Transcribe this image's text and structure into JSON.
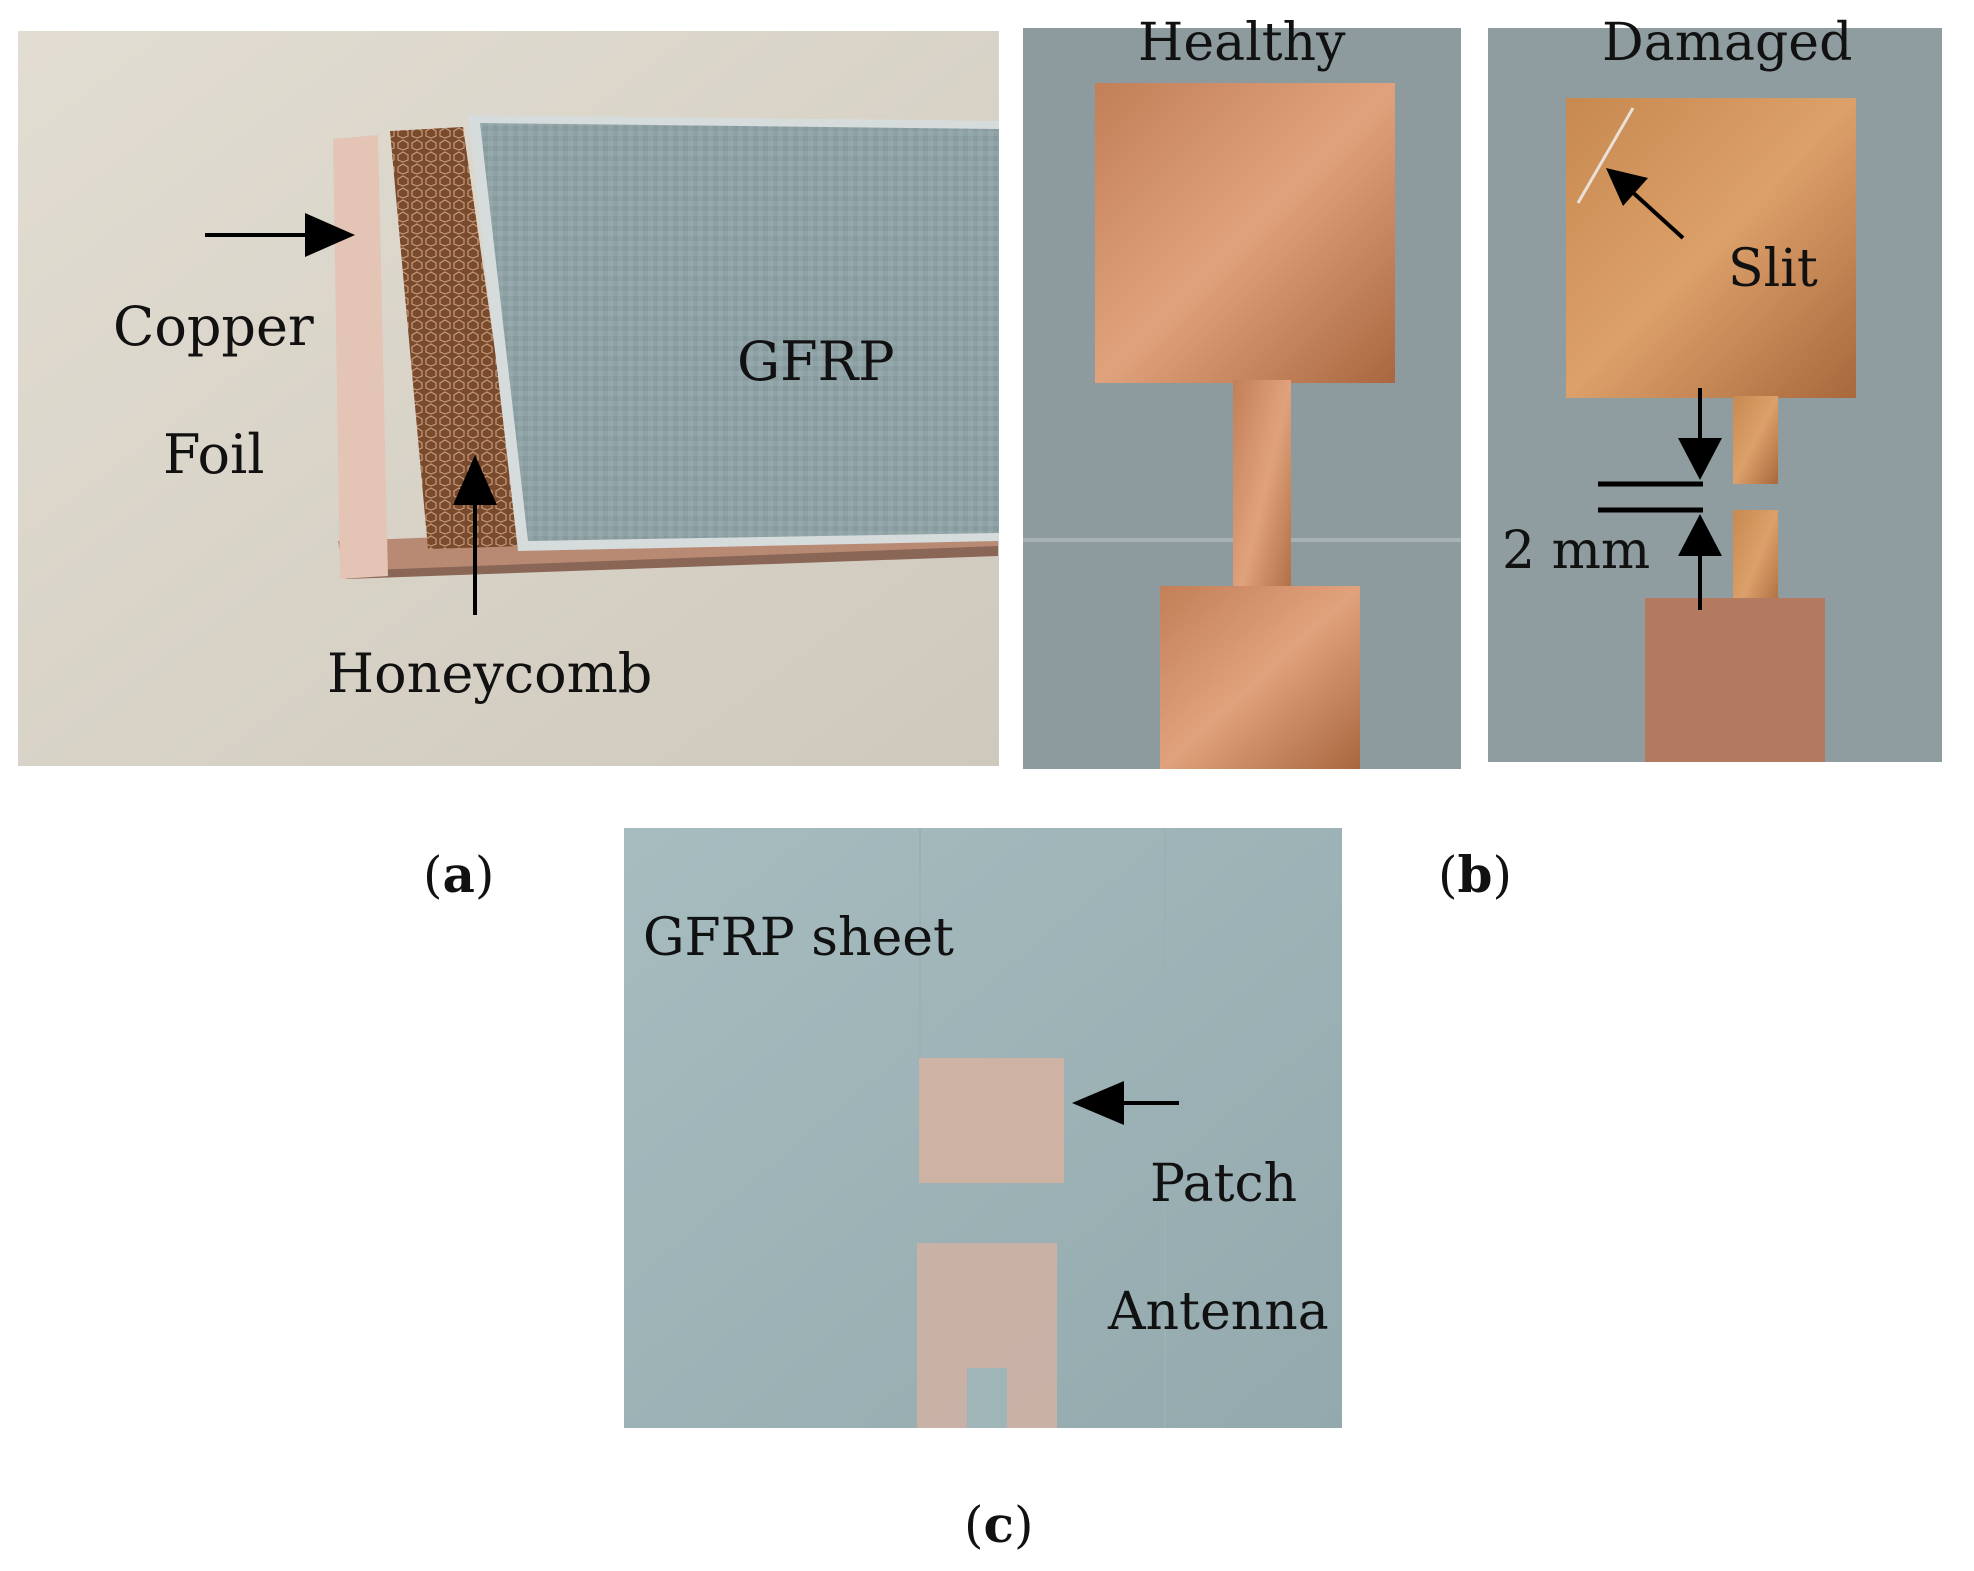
{
  "panel_a": {
    "labels": {
      "copper_line1": "Copper",
      "copper_line2": "Foil",
      "gfrp": "GFRP",
      "honeycomb": "Honeycomb"
    },
    "caption_open": "(",
    "caption_letter": "a",
    "caption_close": ")"
  },
  "panel_b": {
    "healthy_label": "Healthy",
    "damaged_label": "Damaged",
    "slit_label": "Slit",
    "gap_label": "2 mm",
    "caption_open": "(",
    "caption_letter": "b",
    "caption_close": ")"
  },
  "panel_c": {
    "sheet_label": "GFRP sheet",
    "patch_label": "Patch",
    "antenna_label": "Antenna",
    "caption_open": "(",
    "caption_letter": "c",
    "caption_close": ")"
  },
  "colors": {
    "copper": "#b9774f",
    "gfrp": "#8fa3a7",
    "table": "#d8d3c9",
    "honeycomb": "#7a4a2c",
    "sheet_c": "#9fb5b8",
    "patch_c": "#d4b2a2"
  }
}
